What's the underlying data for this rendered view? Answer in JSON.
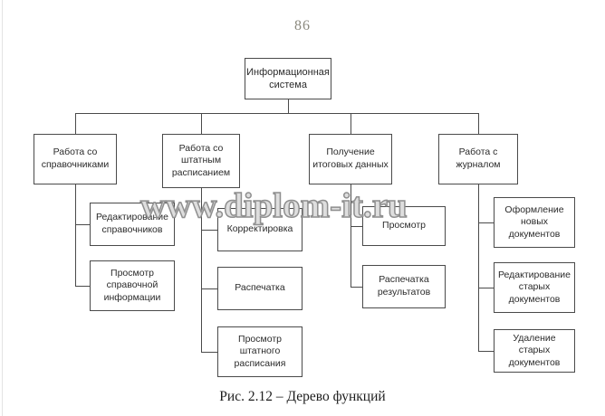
{
  "page": {
    "number": "86",
    "watermark": "www.diplom-it.ru",
    "caption": "Рис. 2.12 – Дерево функций"
  },
  "diagram": {
    "type": "function-tree",
    "root": {
      "label": "Информационная система"
    },
    "branches": [
      {
        "label": "Работа со справочниками",
        "children": [
          "Редактирование справочников",
          "Просмотр справочной информации"
        ]
      },
      {
        "label": "Работа со штатным расписанием",
        "children": [
          "Корректировка",
          "Распечатка",
          "Просмотр штатного расписания"
        ]
      },
      {
        "label": "Получение итоговых данных",
        "children": [
          "Просмотр",
          "Распечатка результатов"
        ]
      },
      {
        "label": "Работа с журналом",
        "children": [
          "Оформление новых документов",
          "Редактирование старых документов",
          "Удаление старых документов"
        ]
      }
    ],
    "colors": {
      "box_border": "#4a4a4a",
      "box_background": "#ffffff",
      "connector_line": "#4a4a4a",
      "text": "#2b2b2b",
      "watermark_fill": "#dedede",
      "watermark_outline": "#8f8f8f",
      "page_number": "#8b897e"
    }
  }
}
